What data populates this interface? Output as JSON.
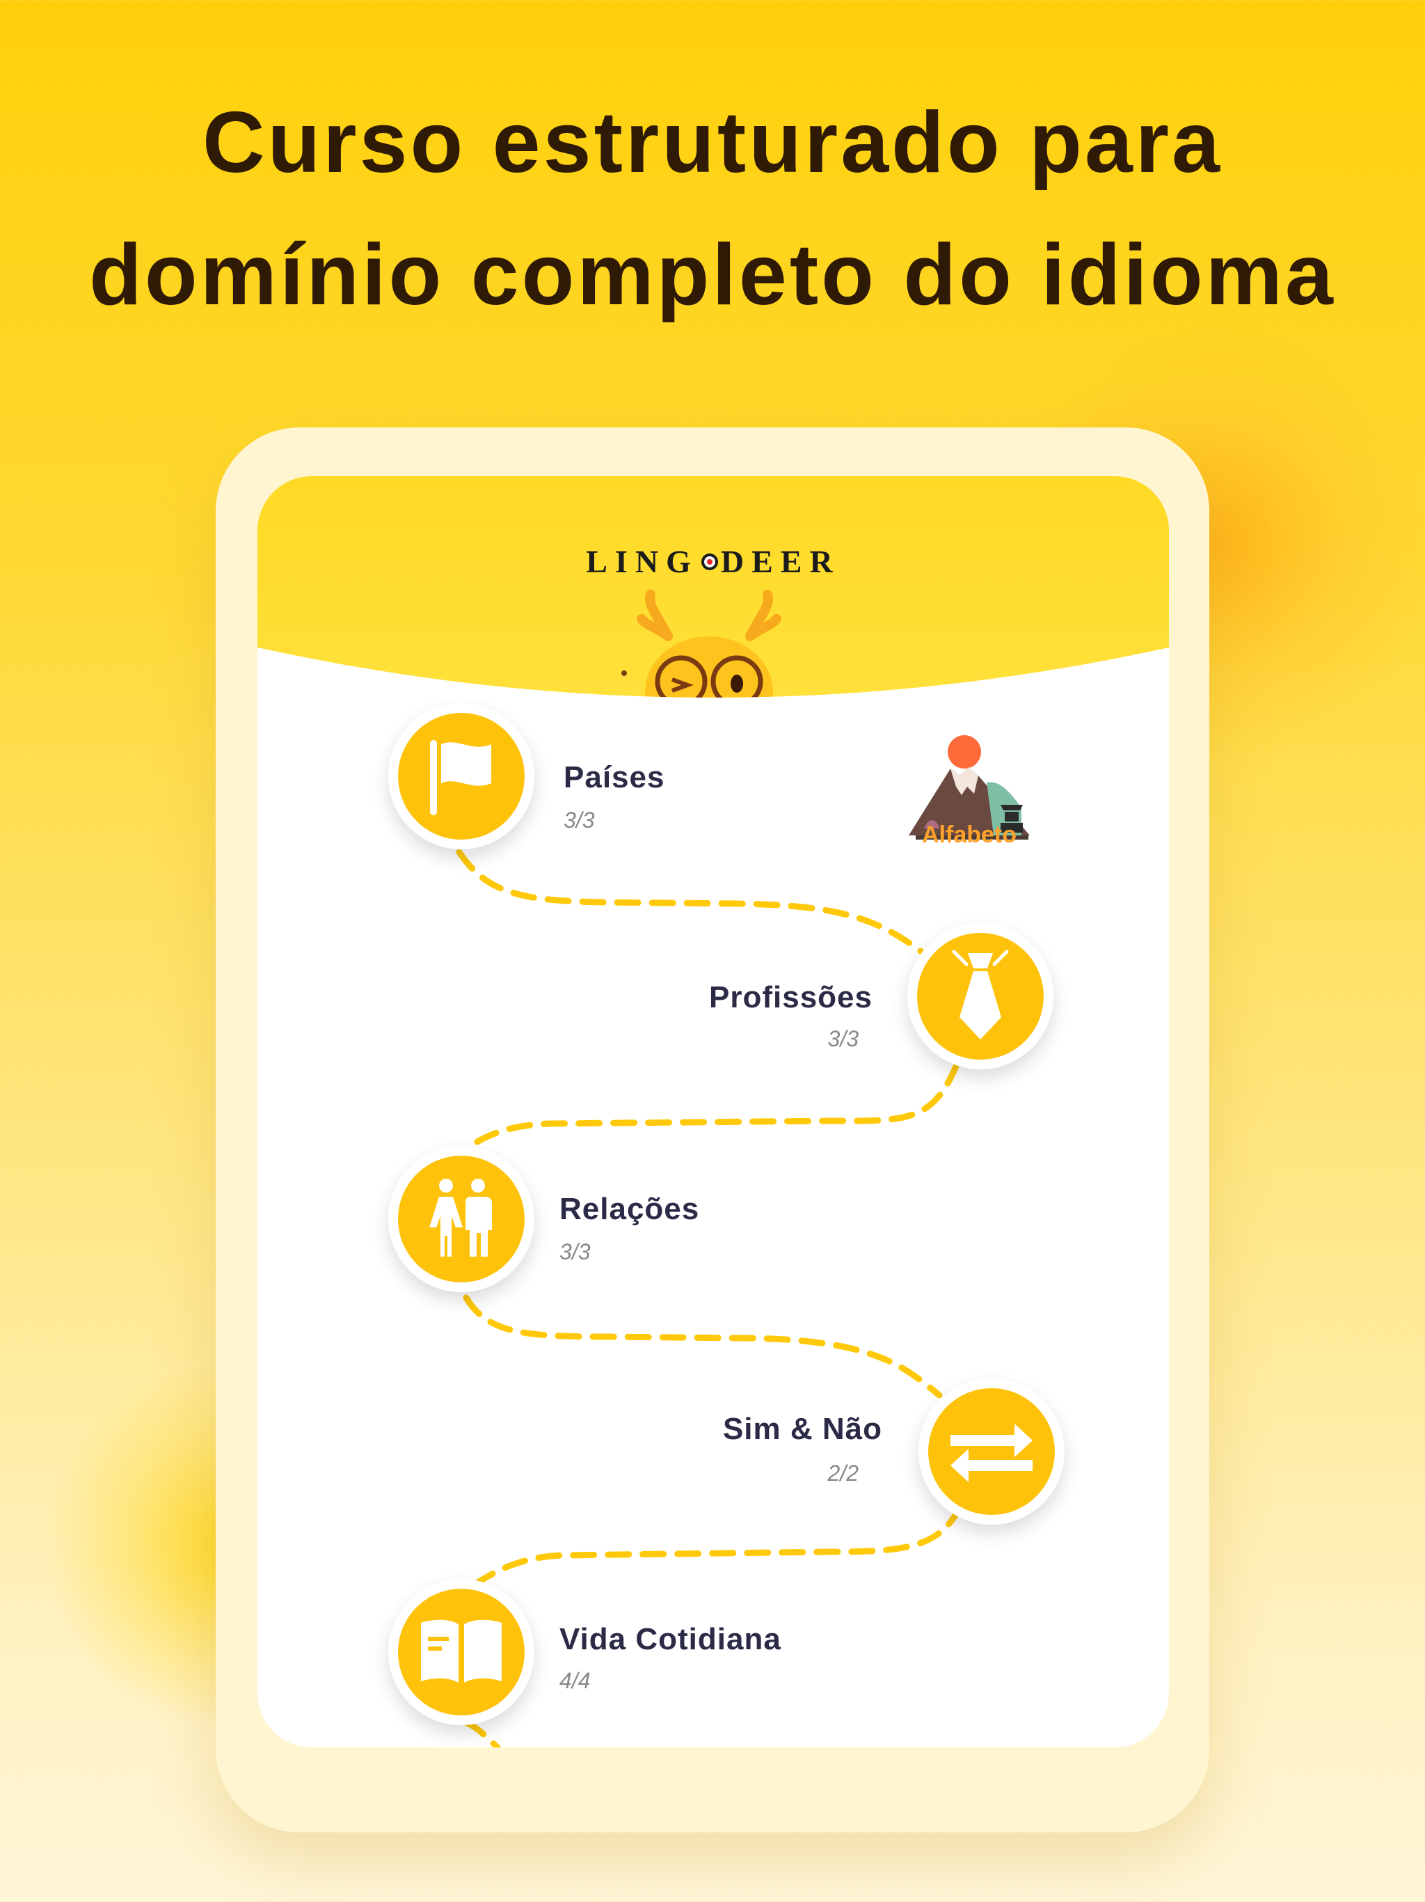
{
  "headline": {
    "line1": "Curso estruturado para",
    "line2": "domínio completo do idioma"
  },
  "app": {
    "logo_left": "LING",
    "logo_right": "DEER"
  },
  "lessons": [
    {
      "title": "Países",
      "progress": "3/3",
      "icon": "flag-icon"
    },
    {
      "title": "Profissões",
      "progress": "3/3",
      "icon": "tie-icon"
    },
    {
      "title": "Relações",
      "progress": "3/3",
      "icon": "people-icon"
    },
    {
      "title": "Sim & Não",
      "progress": "2/2",
      "icon": "arrows-swap-icon"
    },
    {
      "title": "Vida Cotidiana",
      "progress": "4/4",
      "icon": "book-icon"
    }
  ],
  "alfabeto": {
    "label": "Alfabeto",
    "icon": "mount-fuji-icon"
  },
  "colors": {
    "background": "#ffd00a",
    "headline": "#2f1a05",
    "node": "#ffc20a",
    "path": "#ffc90a",
    "title": "#2b2b47",
    "alfabeto": "#ffa22c"
  }
}
